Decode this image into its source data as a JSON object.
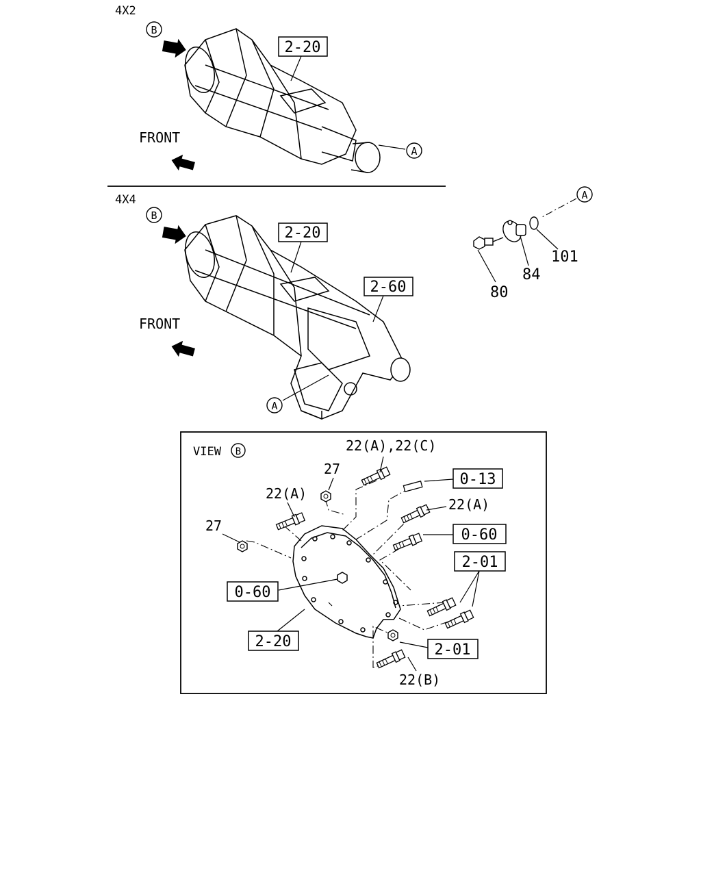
{
  "sections": {
    "top": {
      "title": "4X2",
      "front_label": "FRONT",
      "view_marker": "B",
      "ref_marker": "A",
      "part_box": "2-20"
    },
    "mid": {
      "title": "4X4",
      "front_label": "FRONT",
      "view_marker": "B",
      "ref_marker": "A",
      "part_box_1": "2-20",
      "part_box_2": "2-60"
    },
    "detail": {
      "ref_marker": "A",
      "parts": {
        "p80": "80",
        "p84": "84",
        "p101": "101"
      }
    },
    "view_b": {
      "title_prefix": "VIEW",
      "title_marker": "B",
      "labels": {
        "l22ac": "22(A),22(C)",
        "l27_top": "27",
        "l22a_left": "22(A)",
        "l27_left": "27",
        "l22a_right": "22(A)",
        "l22b": "22(B)"
      },
      "boxes": {
        "b013": "0-13",
        "b060_right": "0-60",
        "b201_right": "2-01",
        "b060_left": "0-60",
        "b220": "2-20",
        "b201_bottom": "2-01"
      }
    }
  }
}
